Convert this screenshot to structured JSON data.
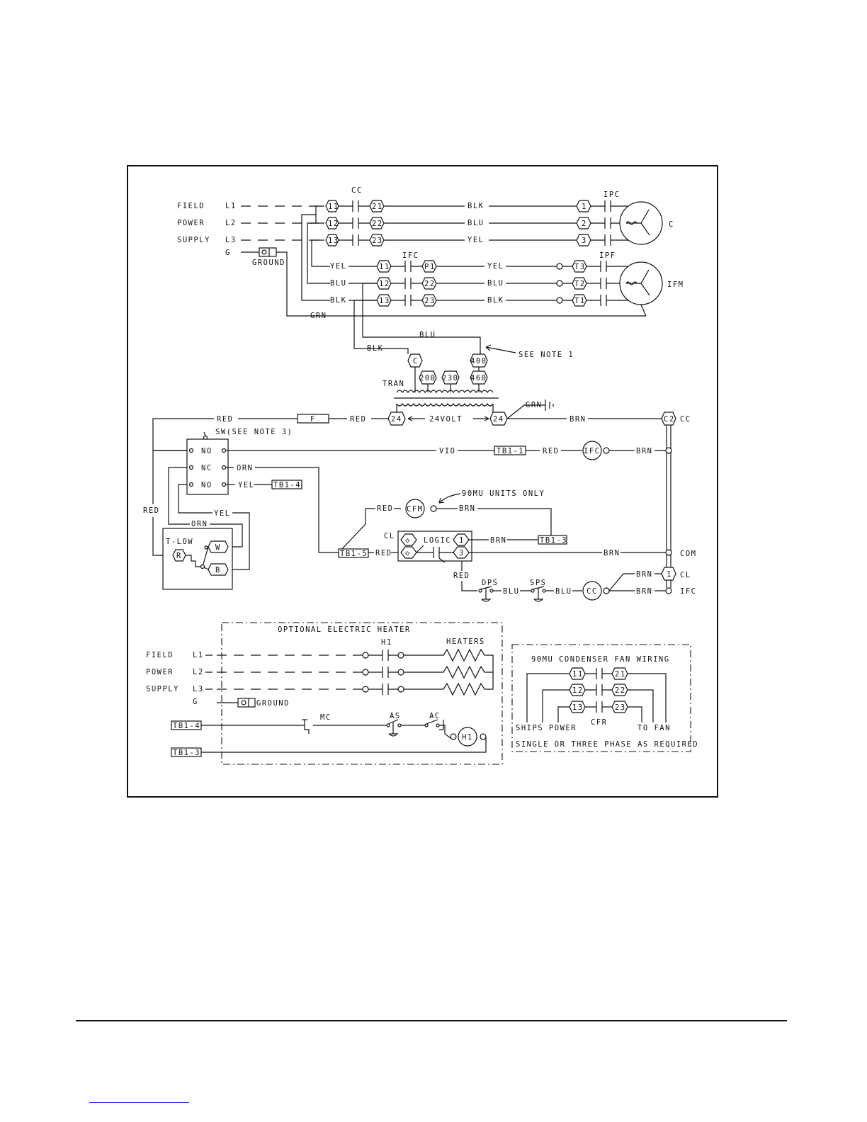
{
  "labels": {
    "field": "FIELD",
    "power": "POWER",
    "supply": "SUPPLY",
    "l1": "L1",
    "l2": "L2",
    "l3": "L3",
    "g": "G",
    "ground": "GROUND",
    "cc": "CC",
    "ipc": "IPC",
    "c": "C",
    "ifc": "IFC",
    "ipf": "IPF",
    "ifm": "IFM",
    "n11": "11",
    "n12": "12",
    "n13": "13",
    "n21": "21",
    "n22": "22",
    "n23": "23",
    "n1": "1",
    "n2": "2",
    "n3": "3",
    "t1": "T1",
    "t2": "T2",
    "t3": "T3",
    "p1": "P1",
    "blk": "BLK",
    "blu": "BLU",
    "yel": "YEL",
    "grn": "GRN",
    "red": "RED",
    "brn": "BRN",
    "vio": "VIO",
    "orn": "ORN",
    "see_note_1": "SEE NOTE 1",
    "tran": "TRAN",
    "n200": "200",
    "n230": "230",
    "n400": "400",
    "n460": "460",
    "n24": "24",
    "volt": "24VOLT",
    "fuse": "F",
    "sw_note": "SW(SEE NOTE 3)",
    "no": "NO",
    "nc": "NC",
    "tb1_1": "TB1-1",
    "tb1_3": "TB1-3",
    "tb1_4": "TB1-4",
    "tb1_5": "TB1-5",
    "units_only": "90MU UNITS ONLY",
    "cfm": "CFM",
    "cl": "CL",
    "logic": "LOGIC",
    "com": "COM",
    "tlow": "T-LOW",
    "r": "R",
    "w": "W",
    "b": "B",
    "dps": "DPS",
    "sps": "SPS",
    "heater_title": "OPTIONAL ELECTRIC HEATER",
    "h1": "H1",
    "heaters": "HEATERS",
    "mc": "MC",
    "as": "AS",
    "ac": "AC",
    "fan_title": "90MU CONDENSER FAN WIRING",
    "ships_power": "SHIPS POWER",
    "cfr": "CFR",
    "to_fan": "TO FAN",
    "phase_note": "SINGLE OR THREE PHASE AS REQUIRED"
  }
}
